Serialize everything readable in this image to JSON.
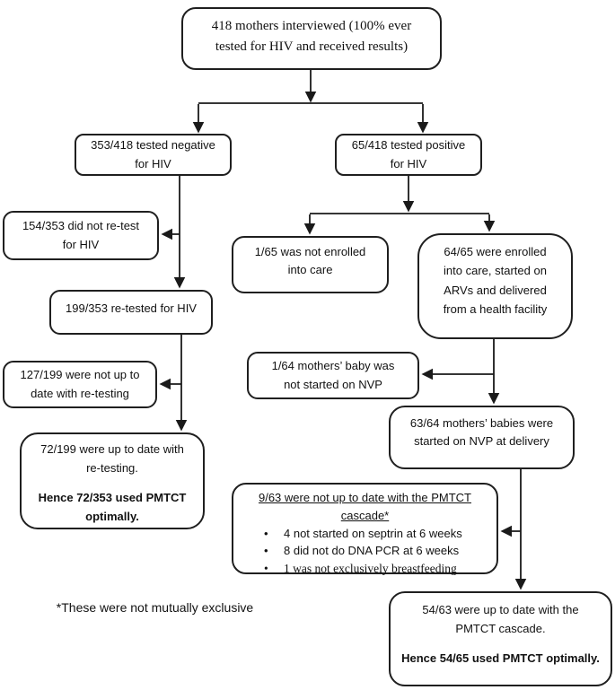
{
  "diagram_title": "PMTCT cascade flow diagram",
  "colors": {
    "background": "#ffffff",
    "line": "#1a1a1a",
    "box_border": "#1f1f1f",
    "text": "#111111"
  },
  "boxes": {
    "root": {
      "lines": [
        "418 mothers interviewed (100% ever",
        "tested for HIV and received results)"
      ]
    },
    "negative": {
      "lines": [
        "353/418 tested negative",
        "for HIV"
      ]
    },
    "positive": {
      "lines": [
        "65/418 tested positive",
        "for HIV"
      ]
    },
    "no_retest": {
      "lines": [
        "154/353 did not re-test",
        "for HIV"
      ]
    },
    "retest": {
      "lines": [
        "199/353 re-tested for HIV"
      ]
    },
    "not_up_to_date": {
      "lines": [
        "127/199 were not up to",
        "date with re-testing"
      ]
    },
    "up_to_date": {
      "lines": [
        "72/199 were up to date with",
        "re-testing."
      ],
      "bold_lines": [
        "Hence 72/353 used PMTCT",
        "optimally."
      ]
    },
    "not_enrolled": {
      "lines": [
        "1/65 was not enrolled",
        "into care"
      ]
    },
    "enrolled": {
      "lines": [
        "64/65 were enrolled",
        "into care, started on",
        "ARVs and delivered",
        "from a health facility"
      ]
    },
    "baby_no_nvp": {
      "lines": [
        "1/64 mothers’ baby was",
        "not started on NVP"
      ]
    },
    "baby_nvp": {
      "lines": [
        "63/64 mothers’ babies were",
        "started on NVP at delivery"
      ]
    },
    "cascade_not": {
      "heading_lines": [
        "9/63 were not up to date with the PMTCT",
        "cascade*"
      ],
      "bullets": [
        "4 not started on septrin at 6 weeks",
        "8 did not do DNA PCR at 6 weeks",
        "1 was not exclusively breastfeeding"
      ]
    },
    "cascade_ok": {
      "lines": [
        "54/63 were up to date with the",
        "PMTCT cascade."
      ],
      "bold_lines": [
        "Hence 54/65 used PMTCT optimally."
      ]
    }
  },
  "footnote": "*These were not mutually exclusive"
}
